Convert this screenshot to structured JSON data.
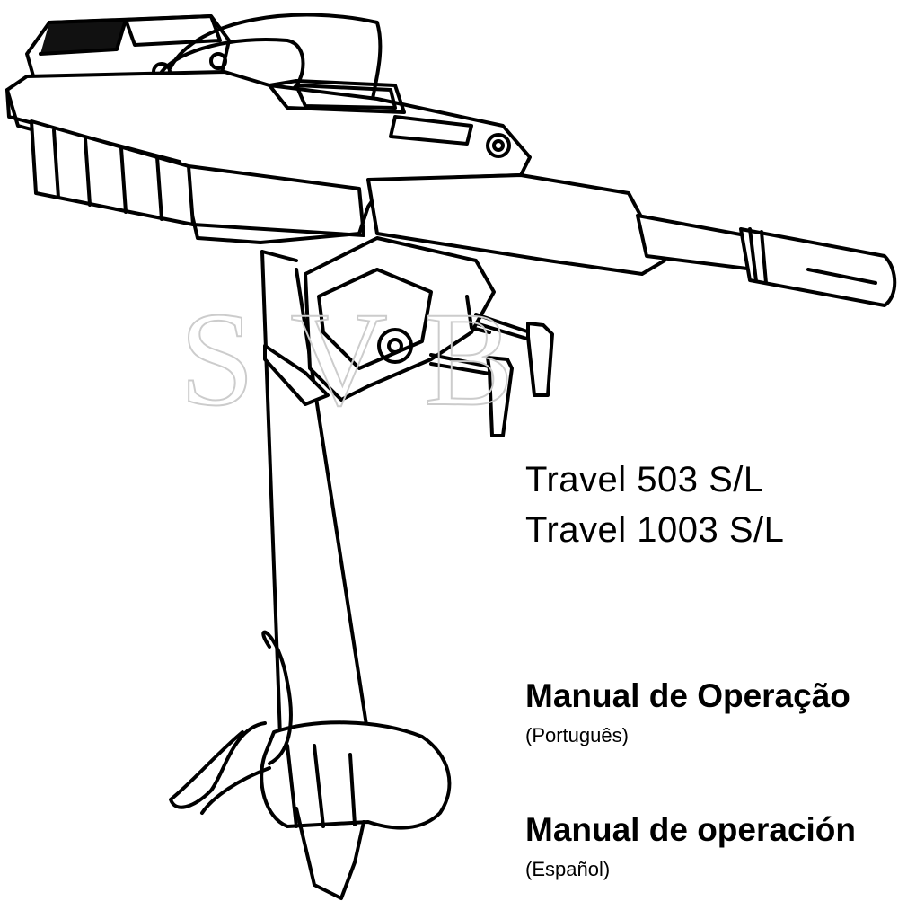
{
  "document": {
    "models": [
      "Travel 503 S/L",
      "Travel 1003 S/L"
    ],
    "manuals": [
      {
        "title": "Manual de Operação",
        "language": "(Português)"
      },
      {
        "title": "Manual de operación",
        "language": "(Español)"
      }
    ],
    "watermark": "SVB"
  },
  "icons": {
    "illustration": "outboard-motor-line-drawing"
  }
}
